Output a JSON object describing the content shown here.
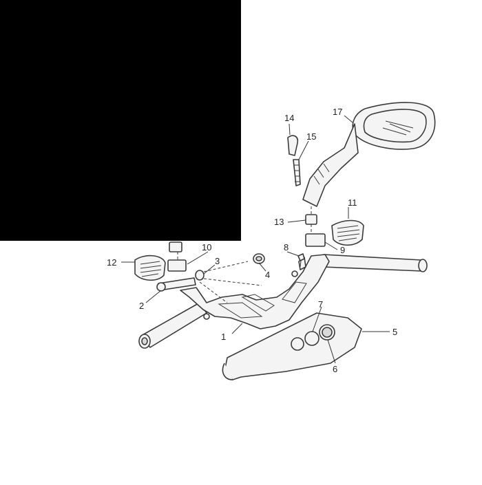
{
  "diagram": {
    "callouts": [
      {
        "id": "1",
        "label": "1"
      },
      {
        "id": "2",
        "label": "2"
      },
      {
        "id": "3",
        "label": "3"
      },
      {
        "id": "4",
        "label": "4"
      },
      {
        "id": "5",
        "label": "5"
      },
      {
        "id": "6",
        "label": "6"
      },
      {
        "id": "7",
        "label": "7"
      },
      {
        "id": "8",
        "label": "8"
      },
      {
        "id": "9",
        "label": "9"
      },
      {
        "id": "10",
        "label": "10"
      },
      {
        "id": "11",
        "label": "11"
      },
      {
        "id": "12",
        "label": "12"
      },
      {
        "id": "13",
        "label": "13"
      },
      {
        "id": "14",
        "label": "14"
      },
      {
        "id": "15",
        "label": "15"
      },
      {
        "id": "17",
        "label": "17"
      }
    ]
  },
  "colors": {
    "line": "#3a3a3a",
    "fill": "#f4f4f4",
    "mask": "#000000",
    "background": "#ffffff"
  }
}
